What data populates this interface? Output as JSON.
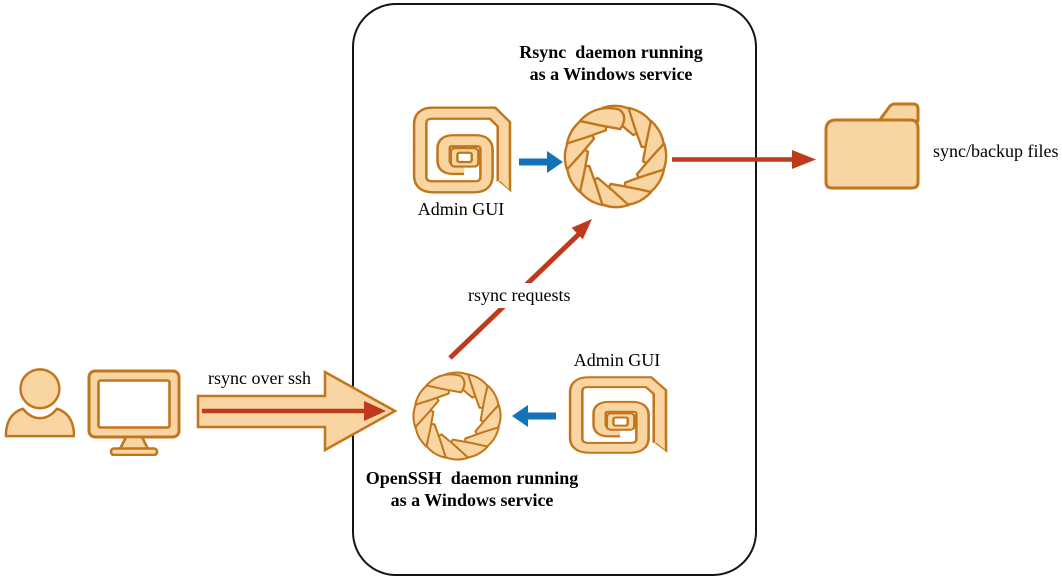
{
  "diagram": {
    "server_box": {
      "rsync_service_title": "Rsync  daemon running\nas a Windows service",
      "openssh_service_title": "OpenSSH  daemon running\nas a Windows service",
      "admin_gui_top_label": "Admin GUI",
      "admin_gui_bottom_label": "Admin GUI",
      "rsync_requests_label": "rsync requests"
    },
    "client": {
      "rsync_over_ssh_label": "rsync over ssh"
    },
    "storage": {
      "sync_backup_label": "sync/backup files"
    },
    "icons": [
      "person-icon",
      "monitor-icon",
      "admin-gui-icon",
      "rsync-pinwheel-icon",
      "openssh-pinwheel-icon",
      "folder-icon",
      "big-block-arrow",
      "blue-arrow",
      "red-arrow"
    ],
    "colors": {
      "fill_light_orange": "#F8D5A3",
      "stroke_dark_orange": "#C2761B",
      "arrow_red": "#BE3A1D",
      "arrow_blue": "#1372B8",
      "box_border": "#141414",
      "text": "#000000"
    }
  }
}
